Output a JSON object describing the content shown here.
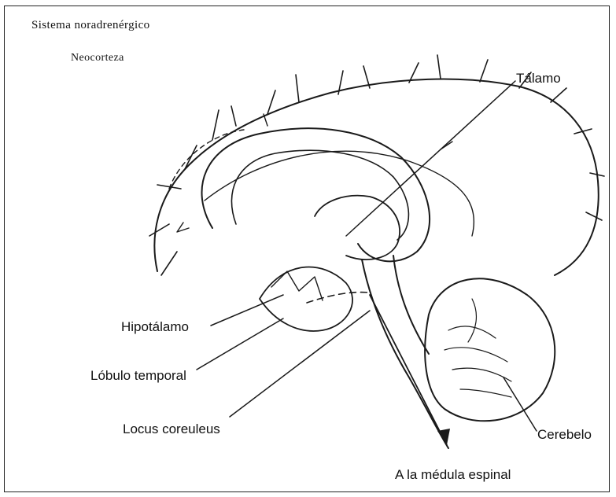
{
  "figure": {
    "title": "Sistema noradrenérgico",
    "region_label": "Neocorteza"
  },
  "labels": {
    "talamo": "Tálamo",
    "hipotalamo": "Hipotálamo",
    "lobulo_temporal": "Lóbulo temporal",
    "locus_coeruleus": "Locus coreuleus",
    "cerebelo": "Cerebelo",
    "medula": "A la médula espinal"
  }
}
